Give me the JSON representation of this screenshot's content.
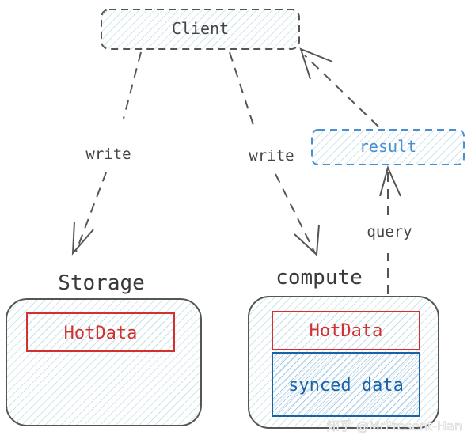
{
  "nodes": {
    "client": "Client",
    "result": "result",
    "storage_title": "Storage",
    "compute_title": "compute",
    "storage_hotdata": "HotData",
    "compute_hotdata": "HotData",
    "synced_data": "synced data"
  },
  "edges": {
    "write_storage": "write",
    "write_compute": "write",
    "query": "query"
  },
  "watermark": "知乎 @MrPresent-Han",
  "colors": {
    "outline": "#555555",
    "hatch": "#a9d3dc",
    "red": "#d3302f",
    "blue": "#1a62a8",
    "light_blue": "#4a8fd0"
  }
}
